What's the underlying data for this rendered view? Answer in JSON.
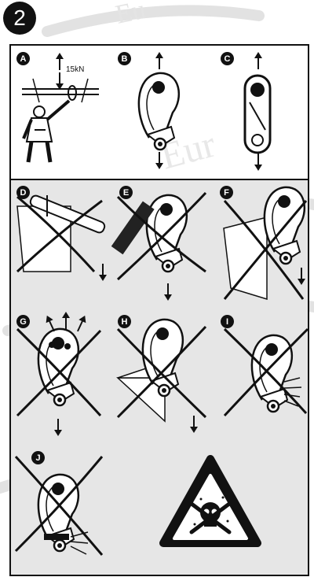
{
  "step_number": "2",
  "panels": [
    {
      "letter": "A",
      "force_label": "15kN"
    },
    {
      "letter": "B"
    },
    {
      "letter": "C"
    },
    {
      "letter": "D"
    },
    {
      "letter": "E"
    },
    {
      "letter": "F"
    },
    {
      "letter": "G"
    },
    {
      "letter": "H"
    },
    {
      "letter": "I"
    },
    {
      "letter": "J"
    }
  ],
  "icons": {
    "warning": "toxic-skull-warning-icon",
    "wrong": "x-cross-icon"
  },
  "colors": {
    "ink": "#111111",
    "panel_background": "#e6e6e6",
    "watermark": "#d6d6d6"
  }
}
